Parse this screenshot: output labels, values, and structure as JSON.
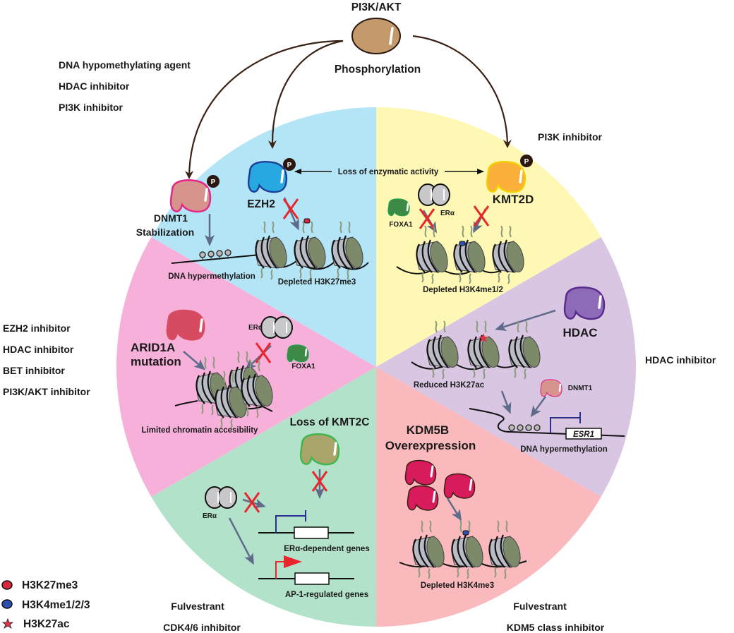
{
  "top": {
    "kinase_label": "PI3K/AKT",
    "process_label": "Phosphorylation"
  },
  "therapies": {
    "top_left": [
      "DNA hypomethylating agent",
      "HDAC inhibitor",
      "PI3K inhibitor"
    ],
    "top_right": [
      "PI3K inhibitor"
    ],
    "left": [
      "EZH2 inhibitor",
      "HDAC inhibitor",
      "BET inhibitor",
      "PI3K/AKT inhibitor"
    ],
    "right": [
      "HDAC inhibitor"
    ],
    "bottom_left": [
      "Fulvestrant",
      "CDK4/6 inhibitor"
    ],
    "bottom_right": [
      "Fulvestrant",
      "KDM5 class inhibitor"
    ]
  },
  "center_link": "Loss of enzymatic activity",
  "sectors": {
    "dnmt1_ezh2": {
      "color": "#b3e5f7",
      "dnmt1_label": "DNMT1",
      "dnmt1_sub": "Stabilization",
      "ezh2_label": "EZH2",
      "phospho_badge": "P",
      "dna_label": "DNA hypermethylation",
      "mark_label": "Depleted H3K27me3"
    },
    "kmt2d": {
      "color": "#fef8b4",
      "enzyme_label": "KMT2D",
      "phospho_badge": "P",
      "foxa1_label": "FOXA1",
      "era_label": "ERα",
      "mark_label": "Depleted H3K4me1/2"
    },
    "hdac": {
      "color": "#d9c6e2",
      "enzyme_label": "HDAC",
      "mark_label": "Reduced H3K27ac",
      "dnmt1_label": "DNMT1",
      "gene_label": "ESR1",
      "dna_label": "DNA hypermethylation"
    },
    "kdm5b": {
      "color": "#f9b9bd",
      "title_line1": "KDM5B",
      "title_line2": "Overexpression",
      "mark_label": "Depleted H3K4me3"
    },
    "kmt2c": {
      "color": "#b3e2cb",
      "title": "Loss of KMT2C",
      "era_label": "ERα",
      "gene1_label": "ERα-dependent genes",
      "gene2_label": "AP-1-regulated genes"
    },
    "arid1a": {
      "color": "#f7b0da",
      "title_line1": "ARID1A",
      "title_line2": "mutation",
      "era_label": "ERα",
      "foxa1_label": "FOXA1",
      "chromatin_label": "Limited chromatin accesibility"
    }
  },
  "legend": [
    {
      "label": "H3K27me3",
      "symbol": "red-oval",
      "color": "#d7263d"
    },
    {
      "label": "H3K4me1/2/3",
      "symbol": "blue-oval",
      "color": "#2e4fb0"
    },
    {
      "label": "H3K27ac",
      "symbol": "red-star",
      "color": "#e0344a"
    }
  ],
  "colors": {
    "kinase": "#c49a6c",
    "arrow_brown": "#3b2214",
    "arrow_slate": "#5e6c8a",
    "inhibit_red": "#e8262b",
    "ezh2": "#28a8e0",
    "dnmt1": "#d7948d",
    "kmt2d": "#fbb03b",
    "hdac": "#8e6bb8",
    "kdm5b": "#d81b5b",
    "kmt2c": "#a9a46a",
    "arid1a": "#d64b5f",
    "foxa1": "#3d8a47",
    "nucleosome": "#b9bcc4",
    "nucleosome_face": "#7d8a6a"
  }
}
